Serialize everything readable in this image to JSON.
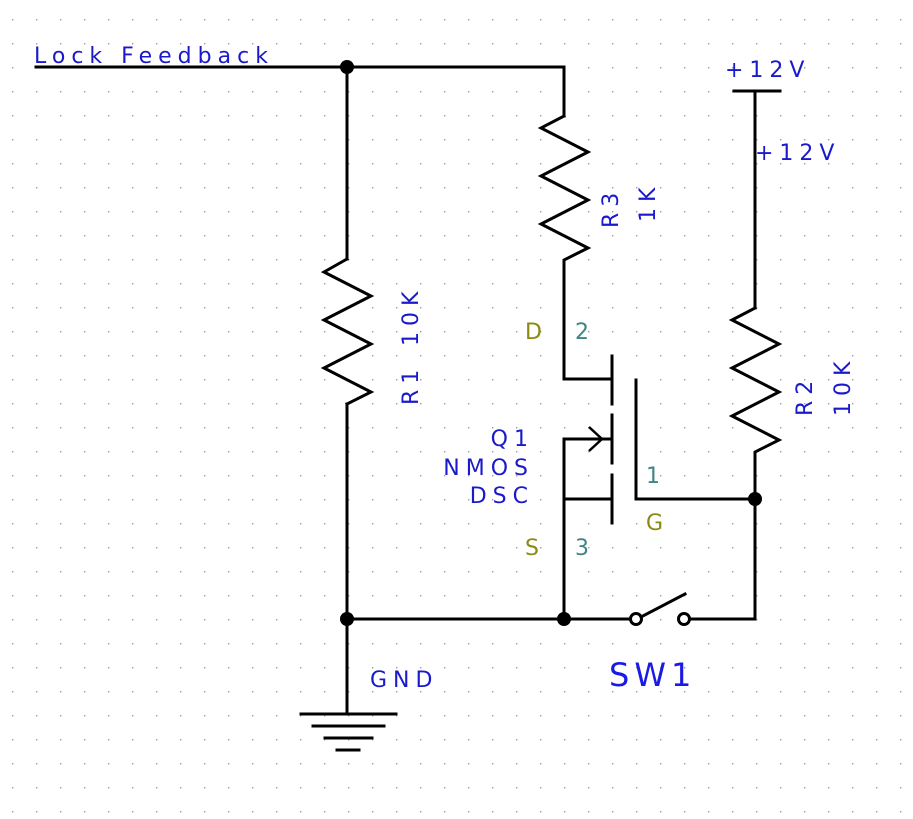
{
  "net_labels": {
    "lock_feedback": "Lock Feedback",
    "vcc_symbol": "+12V",
    "vcc_net": "+12V",
    "ground": "GND"
  },
  "components": {
    "r1": {
      "ref": "R1",
      "value": "10K"
    },
    "r2": {
      "ref": "R2",
      "value": "10K"
    },
    "r3": {
      "ref": "R3",
      "value": "1K"
    },
    "q1": {
      "ref": "Q1",
      "type": "NMOS",
      "package": "DSC",
      "pins": {
        "drain": {
          "name": "D",
          "number": "2"
        },
        "source": {
          "name": "S",
          "number": "3"
        },
        "gate": {
          "name": "G",
          "number": "1"
        }
      }
    },
    "sw1": {
      "ref": "SW1"
    }
  },
  "colors": {
    "wire": "#000000",
    "label": "#1a1acc",
    "pin_name": "#8a8a14",
    "pin_number": "#3f8585",
    "grid_dot": "#9a9a9a"
  }
}
